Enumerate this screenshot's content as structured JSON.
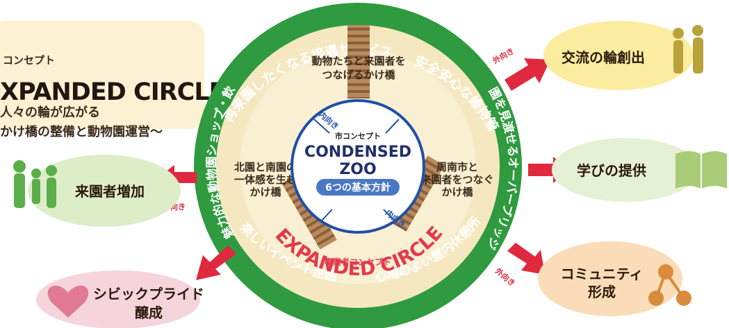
{
  "concept_box": {
    "line1": "コンセプト",
    "line2": "XPANDED CIRCLE』",
    "line3": "人々の輪が広がる",
    "line4": "かけ橋の整備と動物園運営〜"
  },
  "ring_labels": {
    "top_left": "再来園したくなる接遇サービス",
    "top_right": "安全安心な維持管理",
    "right": "園を見渡せるオーバーブリッジ",
    "left": "魅力的な動物園ショップ・飲食施設",
    "bottom_left": "楽しいイベント企画",
    "bottom_right": "心地のよい屋内休憩所"
  },
  "bridges": {
    "top_line1": "動物たちと来園者を",
    "top_line2": "つなげるかけ橋",
    "left_line1": "北園と南園の",
    "left_line2": "一体感を生む",
    "left_line3": "かけ橋",
    "right_line1": "周南市と",
    "right_line2": "来園者をつなぐ",
    "right_line3": "かけ橋"
  },
  "center": {
    "city_concept": "市コンセプト",
    "condensed": "CONDENSED",
    "zoo": "ZOO",
    "policy": "6つの基本方針"
  },
  "inward_label": "内向き",
  "outward_label": "外向き",
  "operator": {
    "sub": "事業者コンセプト",
    "title": "EXPANDED CIRCLE"
  },
  "outcomes": {
    "exchange": "交流の輪創出",
    "learning": "学びの提供",
    "community_line1": "コミュニティ",
    "community_line2": "形成",
    "visitors": "来園者増加",
    "civic_line1": "シビックプライド",
    "civic_line2": "醸成"
  },
  "colors": {
    "ring_green": "#2f9a3f",
    "arrow_red": "#e0283f",
    "center_blue": "#1f4fa8",
    "cream": "#f5e8c0",
    "operator_red": "#e23a4a"
  }
}
